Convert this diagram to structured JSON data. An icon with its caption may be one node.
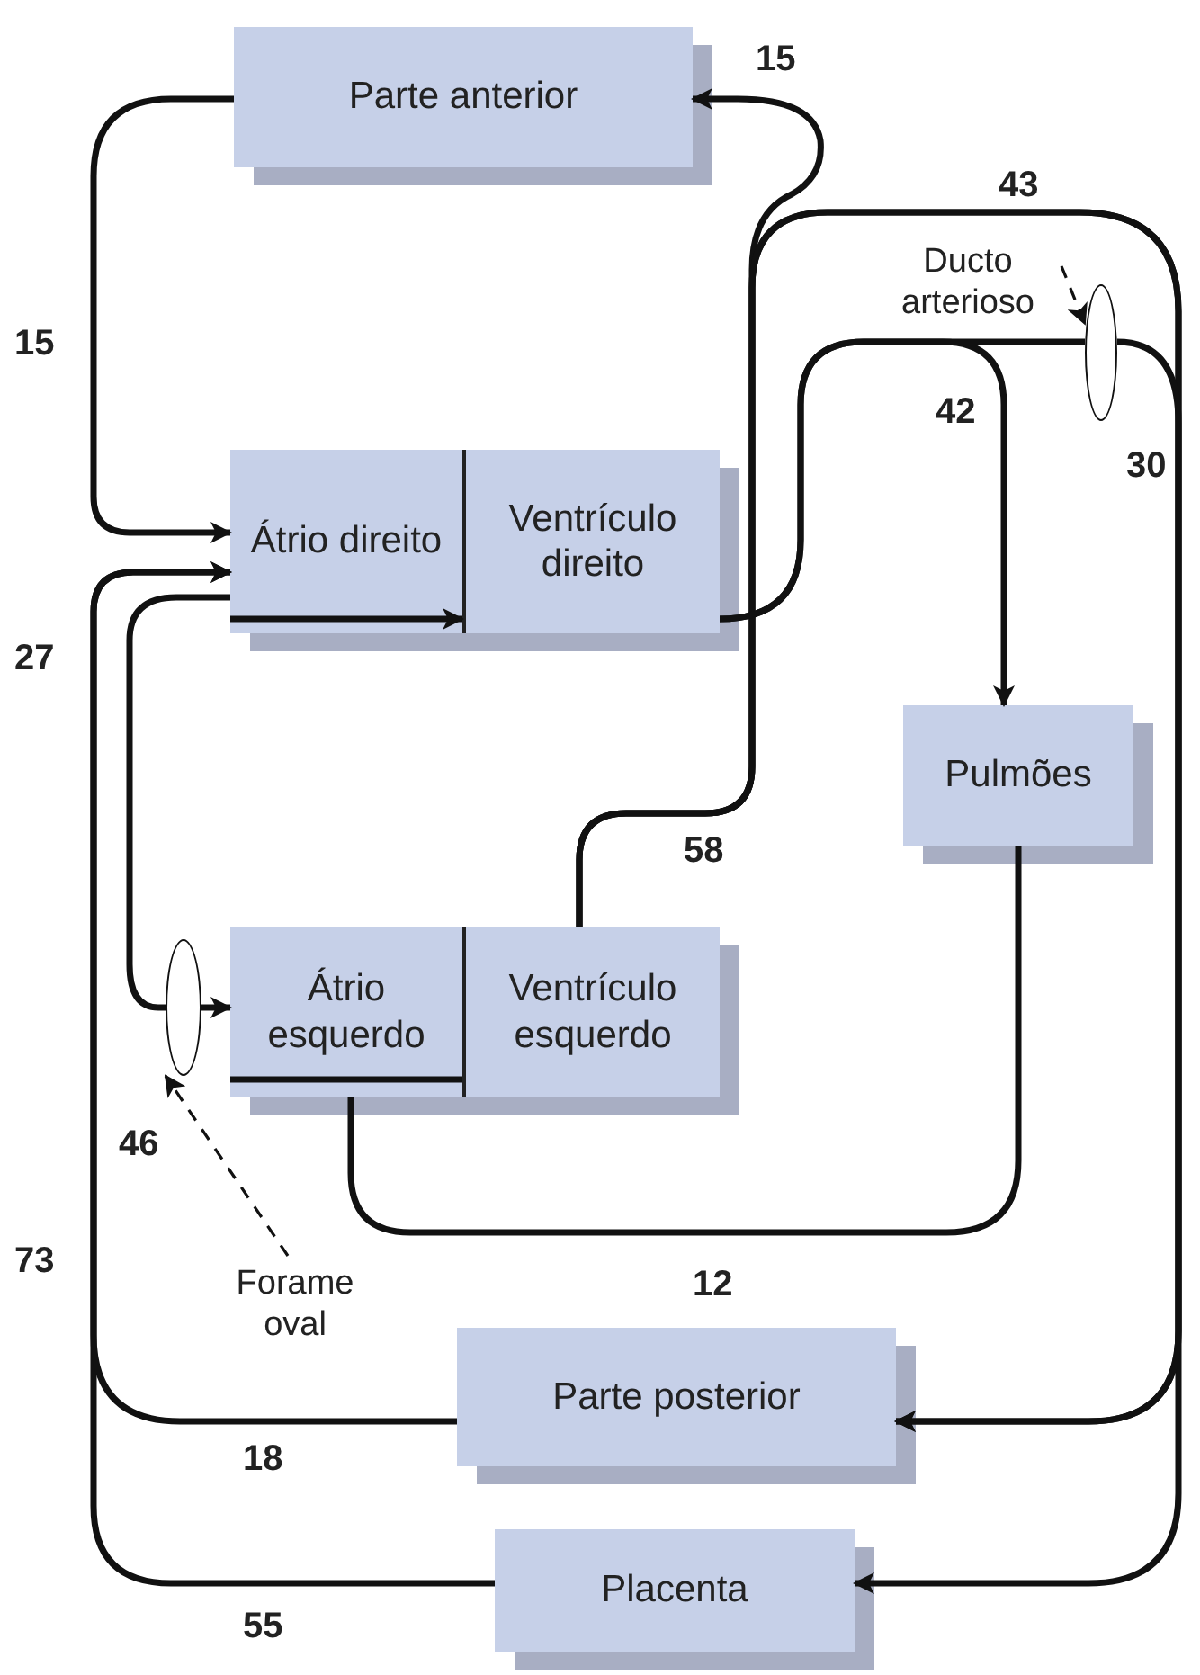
{
  "diagram": {
    "nodes": [
      {
        "text": [
          "Parte anterior"
        ]
      },
      {
        "text": [
          "Átrio direito"
        ]
      },
      {
        "text": [
          "Ventrículo direito"
        ]
      },
      {
        "text": [
          "Pulmões"
        ]
      },
      {
        "text": [
          "Átrio esquerdo"
        ]
      },
      {
        "text": [
          "Ventrículo esquerdo"
        ]
      },
      {
        "text": [
          "Parte posterior"
        ]
      },
      {
        "text": [
          "Placenta"
        ]
      },
      {
        "text": [
          "Ducto arterioso"
        ]
      },
      {
        "text": [],
        "shape": "circle"
      },
      {
        "text": [
          "Forame oval"
        ]
      },
      {
        "text": [],
        "shape": "circle"
      }
    ],
    "edges": [
      {
        "from": 0,
        "to": 1,
        "arrow": "to"
      },
      {
        "from": 5,
        "to": 0,
        "arrow": "to"
      },
      {
        "from": 2,
        "to": 3,
        "arrow": "to"
      },
      {
        "from": 5,
        "to": 6,
        "arrow": "to"
      },
      {
        "from": 5,
        "to": 7,
        "arrow": "to"
      },
      {
        "from": 2,
        "to": 9,
        "arrow": "none"
      },
      {
        "from": 7,
        "to": 1,
        "arrow": "to"
      },
      {
        "from": 6,
        "to": 1,
        "arrow": "to"
      },
      {
        "from": 1,
        "to": 11,
        "arrow": "none"
      },
      {
        "from": 1,
        "to": 2,
        "arrow": "to"
      },
      {
        "from": 3,
        "to": 4,
        "arrow": "none"
      },
      {
        "from": 4,
        "to": 5,
        "arrow": "none"
      },
      {
        "from": 8,
        "to": 9,
        "arrow": "to",
        "style": "dashed"
      },
      {
        "from": 10,
        "to": 11,
        "arrow": "to",
        "style": "dashed"
      },
      {
        "from": 9,
        "to": 6,
        "arrow": "to"
      },
      {
        "from": 11,
        "to": 4,
        "arrow": "to"
      }
    ],
    "labels": [
      "15",
      "43",
      "15",
      "42",
      "30",
      "27",
      "58",
      "46",
      "73",
      "12",
      "18",
      "55"
    ]
  }
}
